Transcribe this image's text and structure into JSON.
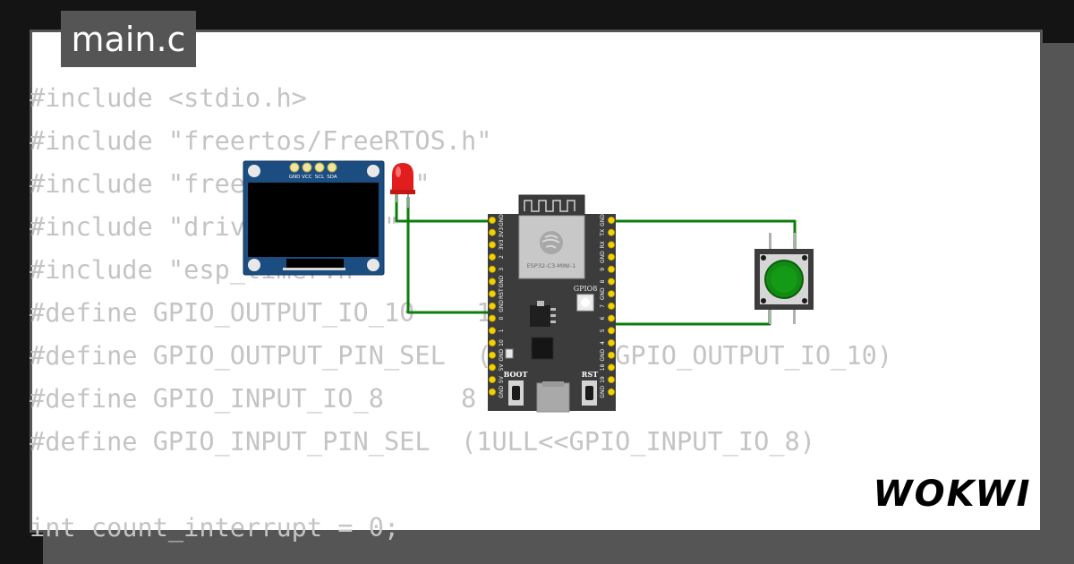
{
  "file_tab": {
    "label": "main.c"
  },
  "code_lines": [
    "#include <stdio.h>",
    "#include \"freertos/FreeRTOS.h\"",
    "#include \"freertos/task.h\"",
    "#include \"driver/gpio.h\"",
    "#include \"esp_timer.h\"",
    "#define GPIO_OUTPUT_IO_10    10",
    "#define GPIO_OUTPUT_PIN_SEL  (1ULL << GPIO_OUTPUT_IO_10)",
    "#define GPIO_INPUT_IO_8     8",
    "#define GPIO_INPUT_PIN_SEL  (1ULL<<GPIO_INPUT_IO_8)",
    "",
    "int count_interrupt = 0;"
  ],
  "oled": {
    "pin_labels": [
      "GND",
      "VCC",
      "SCL",
      "SDA"
    ]
  },
  "esp32": {
    "module_label": "ESP32-C3-MINI-1",
    "gpio_label": "GPIO8",
    "boot_label": "BOOT",
    "rst_label": "RST",
    "left_pins": [
      "GND",
      "3V3",
      "3V3",
      "2",
      "3",
      "GND",
      "RST",
      "GND",
      "0",
      "1",
      "10",
      "GND",
      "5V",
      "5V",
      "GND"
    ],
    "right_pins": [
      "GND",
      "TX",
      "RX",
      "GND",
      "9",
      "8",
      "GND",
      "7",
      "6",
      "5",
      "4",
      "GND",
      "18",
      "19",
      "GND"
    ]
  },
  "brand": {
    "logo_text": "WOKWI"
  },
  "colors": {
    "wire": "#0a7d0a",
    "board": "#3c3c3c",
    "oled_pcb": "#1c4d80",
    "led": "#e21d1d",
    "button_cap": "#118b11",
    "pin": "#f3d100"
  }
}
